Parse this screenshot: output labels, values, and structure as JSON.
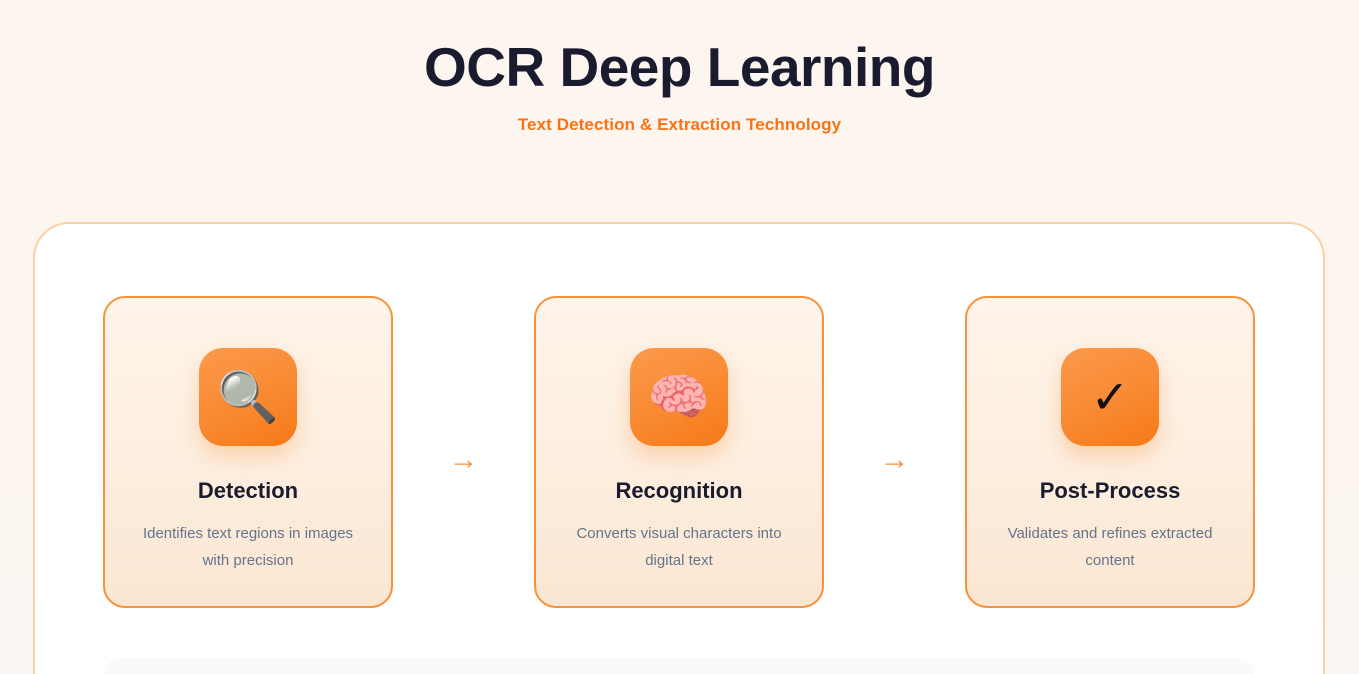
{
  "header": {
    "title": "OCR Deep Learning",
    "subtitle": "Text Detection & Extraction Technology"
  },
  "pipeline": {
    "arrow_glyph": "→",
    "steps": [
      {
        "icon": "magnifying-glass-icon",
        "icon_glyph": "🔍",
        "title": "Detection",
        "description": "Identifies text regions in images with precision"
      },
      {
        "icon": "brain-icon",
        "icon_glyph": "🧠",
        "title": "Recognition",
        "description": "Converts visual characters into digital text"
      },
      {
        "icon": "check-mark-icon",
        "icon_glyph": "✓",
        "title": "Post-Process",
        "description": "Validates and refines extracted content"
      }
    ]
  },
  "colors": {
    "page_background": "#FDF6F0",
    "title": "#1B1B2F",
    "accent_orange": "#F97316",
    "card_border": "#F6923C",
    "panel_border": "#FAD0A4",
    "description_text": "#64748B"
  }
}
